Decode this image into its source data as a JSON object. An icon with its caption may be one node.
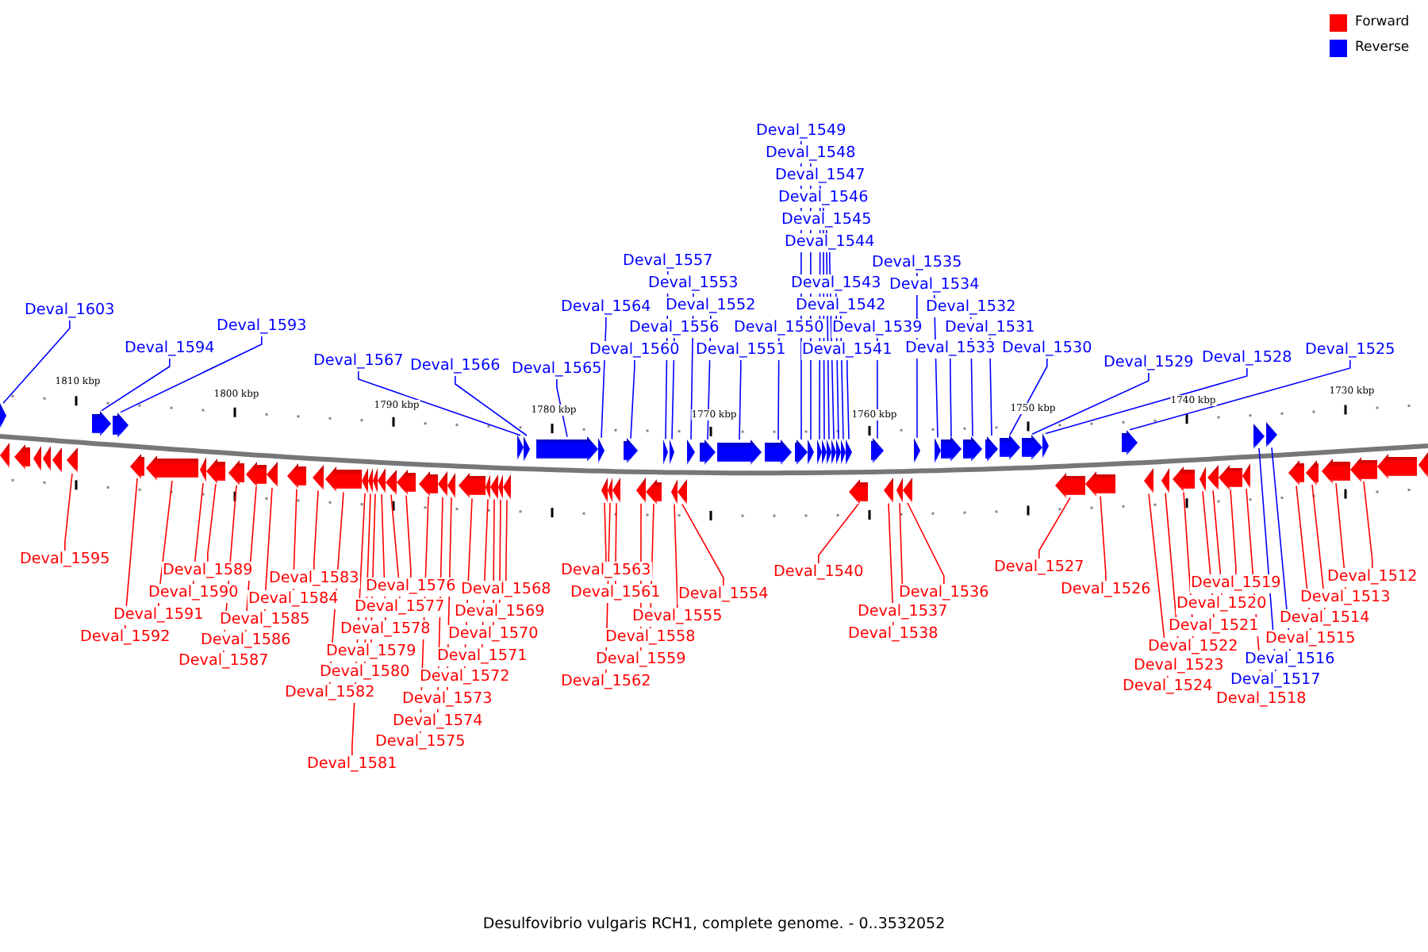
{
  "diagram": {
    "caption": "Desulfovibrio vulgaris RCH1, complete genome. - 0..3532052",
    "nodes": [
      {
        "text": [
          "Deval_1603"
        ]
      },
      {
        "text": [
          "Deval_1594"
        ]
      },
      {
        "text": [
          "Deval_1593"
        ]
      },
      {
        "text": [
          "Deval_1567"
        ]
      },
      {
        "text": [
          "Deval_1566"
        ]
      },
      {
        "text": [
          "Deval_1565"
        ]
      },
      {
        "text": [
          "Deval_1564"
        ]
      },
      {
        "text": [
          "Deval_1560"
        ]
      },
      {
        "text": [
          "Deval_1557"
        ]
      },
      {
        "text": [
          "Deval_1556"
        ]
      },
      {
        "text": [
          "Deval_1553"
        ]
      },
      {
        "text": [
          "Deval_1552"
        ]
      },
      {
        "text": [
          "Deval_1551"
        ]
      },
      {
        "text": [
          "Deval_1550"
        ]
      },
      {
        "text": [
          "Deval_1549"
        ]
      },
      {
        "text": [
          "Deval_1548"
        ]
      },
      {
        "text": [
          "Deval_1547"
        ]
      },
      {
        "text": [
          "Deval_1546"
        ]
      },
      {
        "text": [
          "Deval_1545"
        ]
      },
      {
        "text": [
          "Deval_1544"
        ]
      },
      {
        "text": [
          "Deval_1543"
        ]
      },
      {
        "text": [
          "Deval_1542"
        ]
      },
      {
        "text": [
          "Deval_1541"
        ]
      },
      {
        "text": [
          "Deval_1539"
        ]
      },
      {
        "text": [
          "Deval_1535"
        ]
      },
      {
        "text": [
          "Deval_1534"
        ]
      },
      {
        "text": [
          "Deval_1533"
        ]
      },
      {
        "text": [
          "Deval_1532"
        ]
      },
      {
        "text": [
          "Deval_1531"
        ]
      },
      {
        "text": [
          "Deval_1530"
        ]
      },
      {
        "text": [
          "Deval_1529"
        ]
      },
      {
        "text": [
          "Deval_1528"
        ]
      },
      {
        "text": [
          "Deval_1525"
        ]
      },
      {
        "text": [
          "Deval_1595"
        ]
      },
      {
        "text": [
          "Deval_1592"
        ]
      },
      {
        "text": [
          "Deval_1591"
        ]
      },
      {
        "text": [
          "Deval_1590"
        ]
      },
      {
        "text": [
          "Deval_1589"
        ]
      },
      {
        "text": [
          "Deval_1587"
        ]
      },
      {
        "text": [
          "Deval_1586"
        ]
      },
      {
        "text": [
          "Deval_1585"
        ]
      },
      {
        "text": [
          "Deval_1584"
        ]
      },
      {
        "text": [
          "Deval_1583"
        ]
      },
      {
        "text": [
          "Deval_1582"
        ]
      },
      {
        "text": [
          "Deval_1581"
        ]
      },
      {
        "text": [
          "Deval_1580"
        ]
      },
      {
        "text": [
          "Deval_1579"
        ]
      },
      {
        "text": [
          "Deval_1578"
        ]
      },
      {
        "text": [
          "Deval_1577"
        ]
      },
      {
        "text": [
          "Deval_1576"
        ]
      },
      {
        "text": [
          "Deval_1575"
        ]
      },
      {
        "text": [
          "Deval_1574"
        ]
      },
      {
        "text": [
          "Deval_1573"
        ]
      },
      {
        "text": [
          "Deval_1572"
        ]
      },
      {
        "text": [
          "Deval_1571"
        ]
      },
      {
        "text": [
          "Deval_1570"
        ]
      },
      {
        "text": [
          "Deval_1569"
        ]
      },
      {
        "text": [
          "Deval_1568"
        ]
      },
      {
        "text": [
          "Deval_1563"
        ]
      },
      {
        "text": [
          "Deval_1562"
        ]
      },
      {
        "text": [
          "Deval_1561"
        ]
      },
      {
        "text": [
          "Deval_1559"
        ]
      },
      {
        "text": [
          "Deval_1558"
        ]
      },
      {
        "text": [
          "Deval_1555"
        ]
      },
      {
        "text": [
          "Deval_1554"
        ]
      },
      {
        "text": [
          "Deval_1540"
        ]
      },
      {
        "text": [
          "Deval_1538"
        ]
      },
      {
        "text": [
          "Deval_1537"
        ]
      },
      {
        "text": [
          "Deval_1536"
        ]
      },
      {
        "text": [
          "Deval_1527"
        ]
      },
      {
        "text": [
          "Deval_1526"
        ]
      },
      {
        "text": [
          "Deval_1524"
        ]
      },
      {
        "text": [
          "Deval_1523"
        ]
      },
      {
        "text": [
          "Deval_1522"
        ]
      },
      {
        "text": [
          "Deval_1521"
        ]
      },
      {
        "text": [
          "Deval_1520"
        ]
      },
      {
        "text": [
          "Deval_1519"
        ]
      },
      {
        "text": [
          "Deval_1518"
        ]
      },
      {
        "text": [
          "Deval_1517"
        ]
      },
      {
        "text": [
          "Deval_1516"
        ]
      },
      {
        "text": [
          "Deval_1515"
        ]
      },
      {
        "text": [
          "Deval_1514"
        ]
      },
      {
        "text": [
          "Deval_1513"
        ]
      },
      {
        "text": [
          "Deval_1512"
        ]
      },
      {
        "text": [],
        "shape": "arrow"
      },
      {
        "text": [],
        "shape": "arrow"
      },
      {
        "text": [],
        "shape": "arrow"
      },
      {
        "text": [],
        "shape": "arrow"
      },
      {
        "text": [],
        "shape": "arrow"
      },
      {
        "text": [],
        "shape": "arrow"
      },
      {
        "text": [],
        "shape": "arrow"
      },
      {
        "text": [],
        "shape": "arrow"
      },
      {
        "text": [],
        "shape": "arrow"
      },
      {
        "text": [],
        "shape": "arrow"
      },
      {
        "text": [],
        "shape": "arrow"
      },
      {
        "text": [],
        "shape": "arrow"
      },
      {
        "text": [],
        "shape": "arrow"
      },
      {
        "text": [],
        "shape": "arrow"
      },
      {
        "text": [],
        "shape": "arrow"
      },
      {
        "text": [],
        "shape": "arrow"
      },
      {
        "text": [],
        "shape": "arrow"
      },
      {
        "text": [],
        "shape": "arrow"
      },
      {
        "text": [],
        "shape": "arrow"
      },
      {
        "text": [],
        "shape": "arrow"
      },
      {
        "text": [],
        "shape": "arrow"
      },
      {
        "text": [],
        "shape": "arrow"
      },
      {
        "text": [],
        "shape": "arrow"
      },
      {
        "text": [],
        "shape": "arrow"
      },
      {
        "text": [],
        "shape": "arrow"
      },
      {
        "text": [],
        "shape": "arrow"
      },
      {
        "text": [],
        "shape": "arrow"
      },
      {
        "text": [],
        "shape": "arrow"
      },
      {
        "text": [],
        "shape": "arrow"
      },
      {
        "text": [],
        "shape": "arrow"
      },
      {
        "text": [],
        "shape": "arrow"
      },
      {
        "text": [],
        "shape": "arrow"
      },
      {
        "text": [],
        "shape": "arrow"
      },
      {
        "text": [],
        "shape": "arrow"
      },
      {
        "text": [],
        "shape": "arrow"
      },
      {
        "text": [],
        "shape": "arrow"
      },
      {
        "text": [],
        "shape": "arrow"
      },
      {
        "text": [],
        "shape": "arrow"
      },
      {
        "text": [],
        "shape": "arrow"
      },
      {
        "text": [],
        "shape": "arrow"
      },
      {
        "text": [],
        "shape": "arrow"
      },
      {
        "text": [],
        "shape": "arrow"
      },
      {
        "text": [],
        "shape": "arrow"
      },
      {
        "text": [],
        "shape": "arrow"
      },
      {
        "text": [],
        "shape": "arrow"
      },
      {
        "text": [],
        "shape": "arrow"
      },
      {
        "text": [],
        "shape": "arrow"
      },
      {
        "text": [],
        "shape": "arrow"
      },
      {
        "text": [],
        "shape": "arrow"
      },
      {
        "text": [],
        "shape": "arrow"
      },
      {
        "text": [],
        "shape": "arrow"
      },
      {
        "text": [],
        "shape": "arrow"
      },
      {
        "text": [],
        "shape": "arrow"
      },
      {
        "text": [],
        "shape": "arrow"
      },
      {
        "text": [],
        "shape": "arrow"
      },
      {
        "text": [],
        "shape": "arrow"
      },
      {
        "text": [],
        "shape": "arrow"
      },
      {
        "text": [],
        "shape": "arrow"
      },
      {
        "text": [],
        "shape": "arrow"
      },
      {
        "text": [],
        "shape": "arrow"
      },
      {
        "text": [],
        "shape": "arrow"
      },
      {
        "text": [],
        "shape": "arrow"
      },
      {
        "text": [],
        "shape": "arrow"
      },
      {
        "text": [],
        "shape": "arrow"
      },
      {
        "text": [],
        "shape": "arrow"
      },
      {
        "text": [],
        "shape": "arrow"
      },
      {
        "text": [],
        "shape": "arrow"
      },
      {
        "text": [],
        "shape": "arrow"
      },
      {
        "text": [],
        "shape": "arrow"
      },
      {
        "text": [],
        "shape": "arrow"
      },
      {
        "text": [],
        "shape": "arrow"
      },
      {
        "text": [],
        "shape": "arrow"
      },
      {
        "text": [],
        "shape": "arrow"
      },
      {
        "text": [],
        "shape": "arrow"
      },
      {
        "text": [],
        "shape": "arrow"
      },
      {
        "text": [],
        "shape": "arrow"
      },
      {
        "text": [],
        "shape": "arrow"
      },
      {
        "text": [],
        "shape": "arrow"
      },
      {
        "text": [],
        "shape": "arrow"
      },
      {
        "text": [],
        "shape": "arrow"
      },
      {
        "text": [],
        "shape": "arrow"
      },
      {
        "text": [],
        "shape": "arrow"
      },
      {
        "text": [],
        "shape": "arrow"
      },
      {
        "text": [],
        "shape": "arrow"
      },
      {
        "text": [],
        "shape": "arrow"
      },
      {
        "text": [],
        "shape": "arrow"
      },
      {
        "text": [],
        "shape": "arrow"
      },
      {
        "text": [],
        "shape": "arrow"
      },
      {
        "text": [],
        "shape": "arrow"
      },
      {
        "text": [],
        "shape": "arrow"
      },
      {
        "text": [],
        "shape": "arrow"
      }
    ],
    "edges": [
      {
        "from": 0,
        "to": 84,
        "arrow": "none",
        "color": "#0000ff"
      },
      {
        "from": 1,
        "to": 91,
        "arrow": "none",
        "color": "#0000ff"
      },
      {
        "from": 2,
        "to": 92,
        "arrow": "none",
        "color": "#0000ff"
      },
      {
        "from": 3,
        "to": 117,
        "arrow": "none",
        "color": "#0000ff"
      },
      {
        "from": 4,
        "to": 118,
        "arrow": "none",
        "color": "#0000ff"
      },
      {
        "from": 5,
        "to": 119,
        "arrow": "none",
        "color": "#0000ff"
      },
      {
        "from": 6,
        "to": 120,
        "arrow": "none",
        "color": "#0000ff"
      },
      {
        "from": 7,
        "to": 124,
        "arrow": "none",
        "color": "#0000ff"
      },
      {
        "from": 8,
        "to": 127,
        "arrow": "none",
        "color": "#0000ff"
      },
      {
        "from": 9,
        "to": 128,
        "arrow": "none",
        "color": "#0000ff"
      },
      {
        "from": 10,
        "to": 131,
        "arrow": "none",
        "color": "#0000ff"
      },
      {
        "from": 11,
        "to": 132,
        "arrow": "none",
        "color": "#0000ff"
      },
      {
        "from": 12,
        "to": 133,
        "arrow": "none",
        "color": "#0000ff"
      },
      {
        "from": 13,
        "to": 134,
        "arrow": "none",
        "color": "#0000ff"
      },
      {
        "from": 14,
        "to": 135,
        "arrow": "none",
        "color": "#0000ff"
      },
      {
        "from": 15,
        "to": 136,
        "arrow": "none",
        "color": "#0000ff"
      },
      {
        "from": 16,
        "to": 137,
        "arrow": "none",
        "color": "#0000ff"
      },
      {
        "from": 17,
        "to": 138,
        "arrow": "none",
        "color": "#0000ff"
      },
      {
        "from": 18,
        "to": 139,
        "arrow": "none",
        "color": "#0000ff"
      },
      {
        "from": 19,
        "to": 140,
        "arrow": "none",
        "color": "#0000ff"
      },
      {
        "from": 20,
        "to": 141,
        "arrow": "none",
        "color": "#0000ff"
      },
      {
        "from": 21,
        "to": 142,
        "arrow": "none",
        "color": "#0000ff"
      },
      {
        "from": 22,
        "to": 143,
        "arrow": "none",
        "color": "#0000ff"
      },
      {
        "from": 23,
        "to": 145,
        "arrow": "none",
        "color": "#0000ff"
      },
      {
        "from": 24,
        "to": 149,
        "arrow": "none",
        "color": "#0000ff"
      },
      {
        "from": 25,
        "to": 150,
        "arrow": "none",
        "color": "#0000ff"
      },
      {
        "from": 26,
        "to": 151,
        "arrow": "none",
        "color": "#0000ff"
      },
      {
        "from": 27,
        "to": 152,
        "arrow": "none",
        "color": "#0000ff"
      },
      {
        "from": 28,
        "to": 153,
        "arrow": "none",
        "color": "#0000ff"
      },
      {
        "from": 29,
        "to": 154,
        "arrow": "none",
        "color": "#0000ff"
      },
      {
        "from": 30,
        "to": 155,
        "arrow": "none",
        "color": "#0000ff"
      },
      {
        "from": 31,
        "to": 156,
        "arrow": "none",
        "color": "#0000ff"
      },
      {
        "from": 32,
        "to": 159,
        "arrow": "none",
        "color": "#0000ff"
      },
      {
        "from": 33,
        "to": 90,
        "arrow": "none"
      },
      {
        "from": 34,
        "to": 93,
        "arrow": "none"
      },
      {
        "from": 35,
        "to": 94,
        "arrow": "none"
      },
      {
        "from": 36,
        "to": 95,
        "arrow": "none"
      },
      {
        "from": 37,
        "to": 96,
        "arrow": "none"
      },
      {
        "from": 38,
        "to": 97,
        "arrow": "none"
      },
      {
        "from": 39,
        "to": 98,
        "arrow": "none"
      },
      {
        "from": 40,
        "to": 99,
        "arrow": "none"
      },
      {
        "from": 41,
        "to": 100,
        "arrow": "none"
      },
      {
        "from": 42,
        "to": 101,
        "arrow": "none"
      },
      {
        "from": 43,
        "to": 102,
        "arrow": "none"
      },
      {
        "from": 44,
        "to": 103,
        "arrow": "none"
      },
      {
        "from": 45,
        "to": 104,
        "arrow": "none"
      },
      {
        "from": 46,
        "to": 105,
        "arrow": "none"
      },
      {
        "from": 47,
        "to": 106,
        "arrow": "none"
      },
      {
        "from": 48,
        "to": 107,
        "arrow": "none"
      },
      {
        "from": 49,
        "to": 108,
        "arrow": "none"
      },
      {
        "from": 50,
        "to": 109,
        "arrow": "none"
      },
      {
        "from": 51,
        "to": 110,
        "arrow": "none"
      },
      {
        "from": 52,
        "to": 111,
        "arrow": "none"
      },
      {
        "from": 53,
        "to": 112,
        "arrow": "none"
      },
      {
        "from": 54,
        "to": 113,
        "arrow": "none"
      },
      {
        "from": 55,
        "to": 114,
        "arrow": "none"
      },
      {
        "from": 56,
        "to": 115,
        "arrow": "none"
      },
      {
        "from": 57,
        "to": 116,
        "arrow": "none"
      },
      {
        "from": 58,
        "to": 121,
        "arrow": "none"
      },
      {
        "from": 59,
        "to": 122,
        "arrow": "none"
      },
      {
        "from": 60,
        "to": 123,
        "arrow": "none"
      },
      {
        "from": 61,
        "to": 125,
        "arrow": "none"
      },
      {
        "from": 62,
        "to": 126,
        "arrow": "none"
      },
      {
        "from": 63,
        "to": 129,
        "arrow": "none"
      },
      {
        "from": 64,
        "to": 130,
        "arrow": "none"
      },
      {
        "from": 65,
        "to": 144,
        "arrow": "none"
      },
      {
        "from": 66,
        "to": 146,
        "arrow": "none"
      },
      {
        "from": 67,
        "to": 147,
        "arrow": "none"
      },
      {
        "from": 68,
        "to": 148,
        "arrow": "none"
      },
      {
        "from": 69,
        "to": 157,
        "arrow": "none"
      },
      {
        "from": 70,
        "to": 158,
        "arrow": "none"
      },
      {
        "from": 71,
        "to": 160,
        "arrow": "none"
      },
      {
        "from": 72,
        "to": 161,
        "arrow": "none"
      },
      {
        "from": 73,
        "to": 162,
        "arrow": "none"
      },
      {
        "from": 74,
        "to": 163,
        "arrow": "none"
      },
      {
        "from": 75,
        "to": 164,
        "arrow": "none"
      },
      {
        "from": 76,
        "to": 165,
        "arrow": "none"
      },
      {
        "from": 77,
        "to": 166,
        "arrow": "none"
      },
      {
        "from": 78,
        "to": 167,
        "arrow": "none",
        "color": "#0000ff"
      },
      {
        "from": 79,
        "to": 168,
        "arrow": "none",
        "color": "#0000ff"
      },
      {
        "from": 80,
        "to": 169,
        "arrow": "none"
      },
      {
        "from": 81,
        "to": 170,
        "arrow": "none"
      },
      {
        "from": 82,
        "to": 171,
        "arrow": "none"
      },
      {
        "from": 83,
        "to": 172,
        "arrow": "none"
      }
    ],
    "labels": [
      "1810 kbp",
      "1800 kbp",
      "1790 kbp",
      "1780 kbp",
      "1770 kbp",
      "1760 kbp",
      "1750 kbp",
      "1740 kbp",
      "1730 kbp"
    ],
    "legend": [
      {
        "text": "Forward",
        "color": "#ff0000"
      },
      {
        "text": "Reverse",
        "color": "#0000ff"
      }
    ]
  }
}
